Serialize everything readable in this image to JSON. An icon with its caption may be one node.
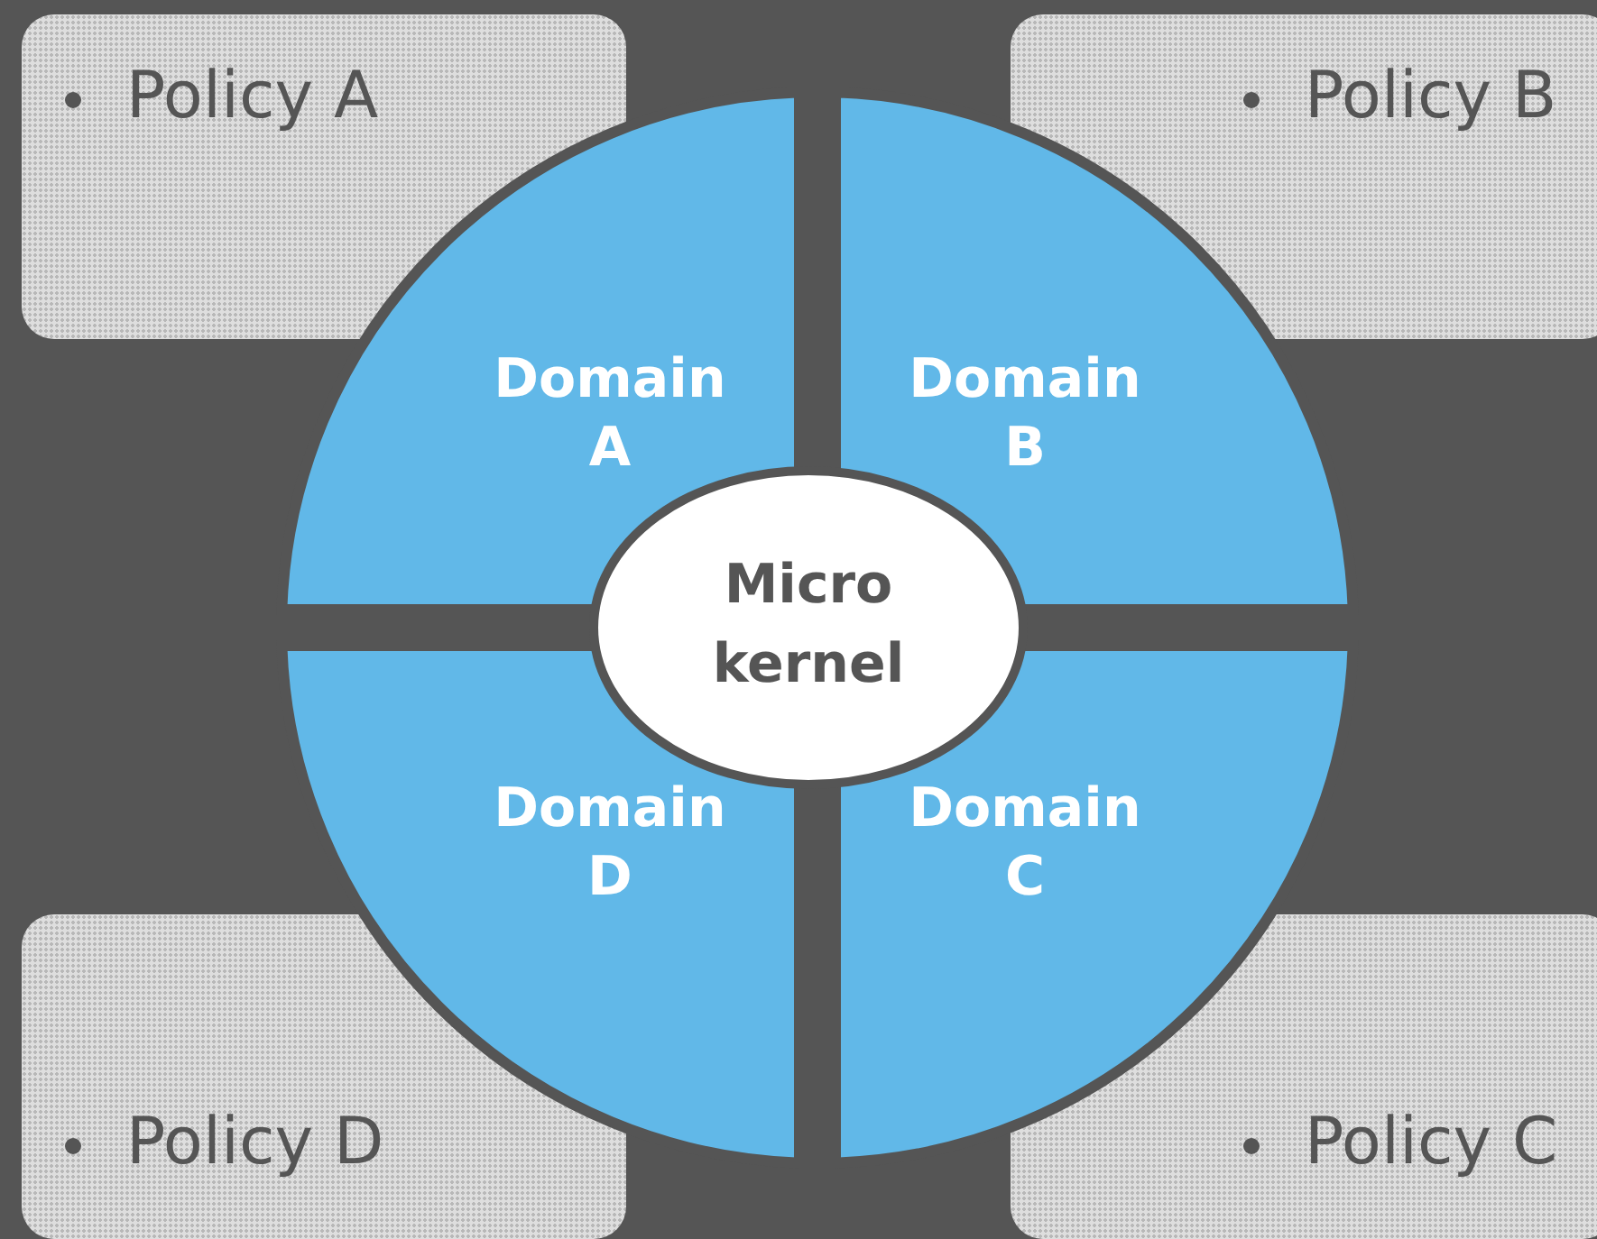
{
  "diagram": {
    "nodes": [
      {
        "text": [
          "Policy A"
        ]
      },
      {
        "text": [
          "Policy B"
        ]
      },
      {
        "text": [
          "Domain A"
        ]
      },
      {
        "text": [
          "Domain B"
        ]
      },
      {
        "text": [
          "Micro kernel"
        ]
      },
      {
        "text": [
          "Domain D"
        ]
      },
      {
        "text": [
          "Domain C"
        ]
      },
      {
        "text": [
          "Policy D"
        ]
      },
      {
        "text": [
          "Policy C"
        ]
      }
    ],
    "edges": []
  }
}
